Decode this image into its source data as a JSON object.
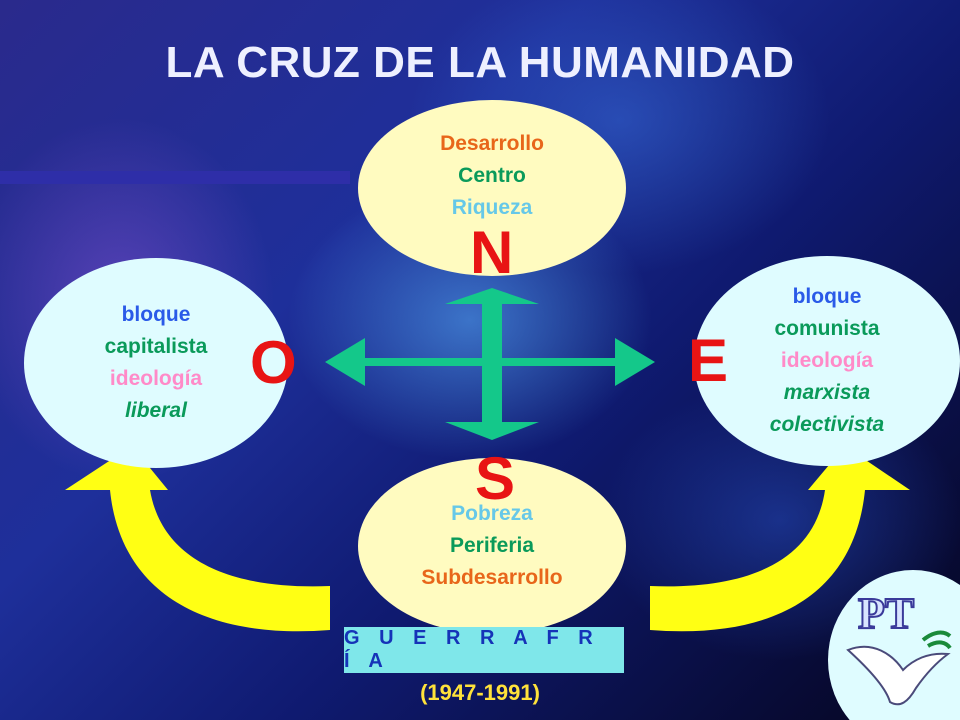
{
  "title": "LA CRUZ DE LA HUMANIDAD",
  "colors": {
    "ellipse_north_south": "#fffbc0",
    "ellipse_east_west": "#dffcff",
    "cardinal_letters": "#e81414",
    "green_arrows": "#14c88a",
    "yellow_arrows": "#ffff14",
    "band": "#7fe7ea"
  },
  "north": {
    "letter": "N",
    "lines": [
      "Desarrollo",
      "Centro",
      "Riqueza"
    ],
    "line_colors": [
      "#e8661a",
      "#0a9a5a",
      "#66c8e8"
    ]
  },
  "south": {
    "letter": "S",
    "lines": [
      "Pobreza",
      "Periferia",
      "Subdesarrollo"
    ],
    "line_colors": [
      "#66c8e8",
      "#0a9a5a",
      "#e8661a"
    ]
  },
  "west": {
    "letter": "O",
    "lines": [
      "bloque",
      "capitalista",
      "ideología",
      "liberal"
    ],
    "line_colors": [
      "#2a5ae8",
      "#0a9a5a",
      "#ff8ac8",
      "#0a9a5a"
    ]
  },
  "east": {
    "letter": "E",
    "lines": [
      "bloque",
      "comunista",
      "ideología",
      "marxista",
      "colectivista"
    ],
    "line_colors": [
      "#2a5ae8",
      "#0a9a5a",
      "#ff8ac8",
      "#0a9a5a",
      "#0a9a5a"
    ]
  },
  "band": {
    "label": "G U E R R A   F R Í A",
    "years": "(1947-1991)"
  },
  "logo": {
    "text": "PT",
    "icon": "dove-icon"
  }
}
